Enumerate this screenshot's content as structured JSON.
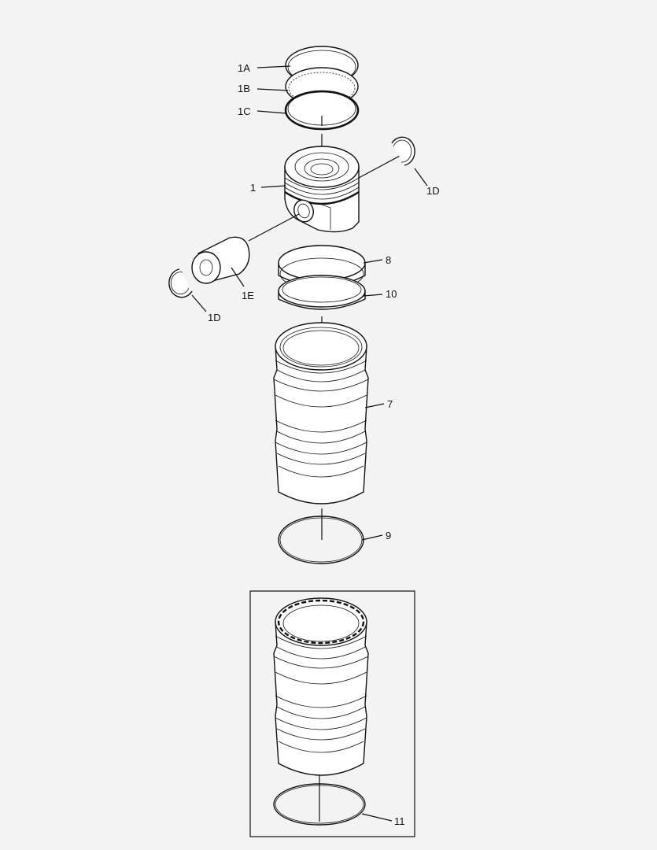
{
  "labels": {
    "ring_1a": "1A",
    "ring_1b": "1B",
    "ring_1c": "1C",
    "piston": "1",
    "circlip_right": "1D",
    "circlip_left": "1D",
    "pin": "1E",
    "ring_8": "8",
    "ring_10": "10",
    "liner": "7",
    "oring_9": "9",
    "kit": "11"
  }
}
